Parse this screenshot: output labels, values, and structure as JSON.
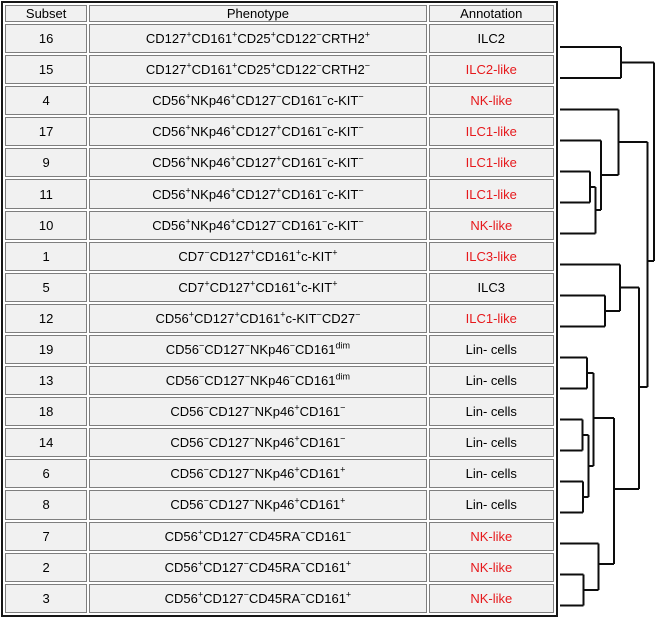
{
  "colors": {
    "annotation_red": "#e6191c",
    "text": "#000000",
    "cell_background": "#f1f1f1",
    "cell_border": "#7e7e7e",
    "outer_border": "#161616",
    "dendrogram_line": "#0d0d0d"
  },
  "table": {
    "headers": [
      "Subset",
      "Phenotype",
      "Annotation"
    ],
    "rows": [
      {
        "subset": "16",
        "phenotype": "CD127^+^CD161^+^CD25^+^CD122^−^CRTH2^+^",
        "annotation": "ILC2",
        "red": false
      },
      {
        "subset": "15",
        "phenotype": "CD127^+^CD161^+^CD25^+^CD122^−^CRTH2^−^",
        "annotation": "ILC2-like",
        "red": true
      },
      {
        "subset": "4",
        "phenotype": "CD56^+^NKp46^+^CD127^−^CD161^−^c-KIT^−^",
        "annotation": "NK-like",
        "red": true
      },
      {
        "subset": "17",
        "phenotype": "CD56^+^NKp46^+^CD127^+^CD161^−^c-KIT^−^",
        "annotation": "ILC1-like",
        "red": true
      },
      {
        "subset": "9",
        "phenotype": "CD56^+^NKp46^+^CD127^+^CD161^−^c-KIT^−^",
        "annotation": "ILC1-like",
        "red": true
      },
      {
        "subset": "11",
        "phenotype": "CD56^+^NKp46^+^CD127^+^CD161^−^c-KIT^−^",
        "annotation": "ILC1-like",
        "red": true
      },
      {
        "subset": "10",
        "phenotype": "CD56^+^NKp46^+^CD127^−^CD161^−^c-KIT^−^",
        "annotation": "NK-like",
        "red": true
      },
      {
        "subset": "1",
        "phenotype": "CD7^−^CD127^+^CD161^+^c-KIT^+^",
        "annotation": "ILC3-like",
        "red": true
      },
      {
        "subset": "5",
        "phenotype": "CD7^+^CD127^+^CD161^+^c-KIT^+^",
        "annotation": "ILC3",
        "red": false
      },
      {
        "subset": "12",
        "phenotype": "CD56^+^CD127^+^CD161^+^c-KIT^−^CD27^−^",
        "annotation": "ILC1-like",
        "red": true
      },
      {
        "subset": "19",
        "phenotype": "CD56^−^CD127^−^NKp46^−^CD161^dim^",
        "annotation": "Lin- cells",
        "red": false
      },
      {
        "subset": "13",
        "phenotype": "CD56^−^CD127^−^NKp46^−^CD161^dim^",
        "annotation": "Lin- cells",
        "red": false
      },
      {
        "subset": "18",
        "phenotype": "CD56^−^CD127^−^NKp46^+^CD161^−^",
        "annotation": "Lin- cells",
        "red": false
      },
      {
        "subset": "14",
        "phenotype": "CD56^−^CD127^−^NKp46^+^CD161^−^",
        "annotation": "Lin- cells",
        "red": false
      },
      {
        "subset": "6",
        "phenotype": "CD56^−^CD127^−^NKp46^+^CD161^+^",
        "annotation": "Lin- cells",
        "red": false
      },
      {
        "subset": "8",
        "phenotype": "CD56^−^CD127^−^NKp46^+^CD161^+^",
        "annotation": "Lin- cells",
        "red": false
      },
      {
        "subset": "7",
        "phenotype": "CD56^+^CD127^−^CD45RA^−^CD161^−^",
        "annotation": "NK-like",
        "red": true
      },
      {
        "subset": "2",
        "phenotype": "CD56^+^CD127^−^CD45RA^−^CD161^+^",
        "annotation": "NK-like",
        "red": true
      },
      {
        "subset": "3",
        "phenotype": "CD56^+^CD127^−^CD45RA^−^CD161^+^",
        "annotation": "NK-like",
        "red": true
      }
    ]
  },
  "dendrogram": {
    "type": "dendrogram",
    "orientation": "right-of-table, leaves left, root right",
    "leaf_order_top_to_bottom": [
      "16",
      "15",
      "4",
      "17",
      "9",
      "11",
      "10",
      "1",
      "5",
      "12",
      "19",
      "13",
      "18",
      "14",
      "6",
      "8",
      "7",
      "2",
      "3"
    ],
    "structure_newick": "((16,15),((4,(17,((9,11),10))),((1,(5,12)),(((19,13),((18,14),(6,8))),(7,(2,3))))))",
    "segments": [
      [
        560,
        47,
        621,
        47
      ],
      [
        560,
        78,
        621,
        78
      ],
      [
        560,
        109.5,
        618.5,
        109.5
      ],
      [
        560,
        140.5,
        601,
        140.5
      ],
      [
        560,
        171.5,
        590,
        171.5
      ],
      [
        560,
        202.5,
        590,
        202.5
      ],
      [
        560,
        233.5,
        595.5,
        233.5
      ],
      [
        560,
        264.5,
        620,
        264.5
      ],
      [
        560,
        295.5,
        605,
        295.5
      ],
      [
        560,
        326.5,
        605,
        326.5
      ],
      [
        560,
        357.5,
        587,
        357.5
      ],
      [
        560,
        388.5,
        587,
        388.5
      ],
      [
        560,
        419.5,
        582.5,
        419.5
      ],
      [
        560,
        450.5,
        582.5,
        450.5
      ],
      [
        560,
        481.5,
        583,
        481.5
      ],
      [
        560,
        512.5,
        583,
        512.5
      ],
      [
        560,
        543.5,
        598.5,
        543.5
      ],
      [
        560,
        574.5,
        583.5,
        574.5
      ],
      [
        560,
        605.5,
        583.5,
        605.5
      ],
      [
        621,
        47,
        621,
        78
      ],
      [
        621,
        62.5,
        654,
        62.5
      ],
      [
        590,
        171.5,
        590,
        202.5
      ],
      [
        590,
        187,
        595.5,
        187
      ],
      [
        595.5,
        187,
        595.5,
        233.5
      ],
      [
        595.5,
        210,
        601,
        210
      ],
      [
        601,
        140.5,
        601,
        210
      ],
      [
        601,
        175,
        618.5,
        175
      ],
      [
        618.5,
        109.5,
        618.5,
        175
      ],
      [
        618.5,
        142,
        647.5,
        142
      ],
      [
        605,
        295.5,
        605,
        326.5
      ],
      [
        605,
        311,
        620,
        311
      ],
      [
        620,
        264.5,
        620,
        311
      ],
      [
        620,
        287.5,
        639,
        287.5
      ],
      [
        587,
        357.5,
        587,
        388.5
      ],
      [
        587,
        373,
        593.5,
        373
      ],
      [
        582.5,
        419.5,
        582.5,
        450.5
      ],
      [
        582.5,
        435,
        588.5,
        435
      ],
      [
        583,
        481.5,
        583,
        512.5
      ],
      [
        583,
        497,
        588.5,
        497
      ],
      [
        588.5,
        435,
        588.5,
        497
      ],
      [
        588.5,
        466,
        593.5,
        466
      ],
      [
        593.5,
        373,
        593.5,
        466
      ],
      [
        593.5,
        418,
        614,
        418
      ],
      [
        583.5,
        574.5,
        583.5,
        605.5
      ],
      [
        583.5,
        590,
        598.5,
        590
      ],
      [
        598.5,
        543.5,
        598.5,
        590
      ],
      [
        598.5,
        564,
        614,
        564
      ],
      [
        614,
        418,
        614,
        564
      ],
      [
        614,
        489,
        639,
        489
      ],
      [
        639,
        287.5,
        639,
        489
      ],
      [
        639,
        387,
        647.5,
        387
      ],
      [
        647.5,
        142,
        647.5,
        387
      ],
      [
        647.5,
        261,
        654,
        261
      ],
      [
        654,
        62.5,
        654,
        261
      ]
    ]
  }
}
